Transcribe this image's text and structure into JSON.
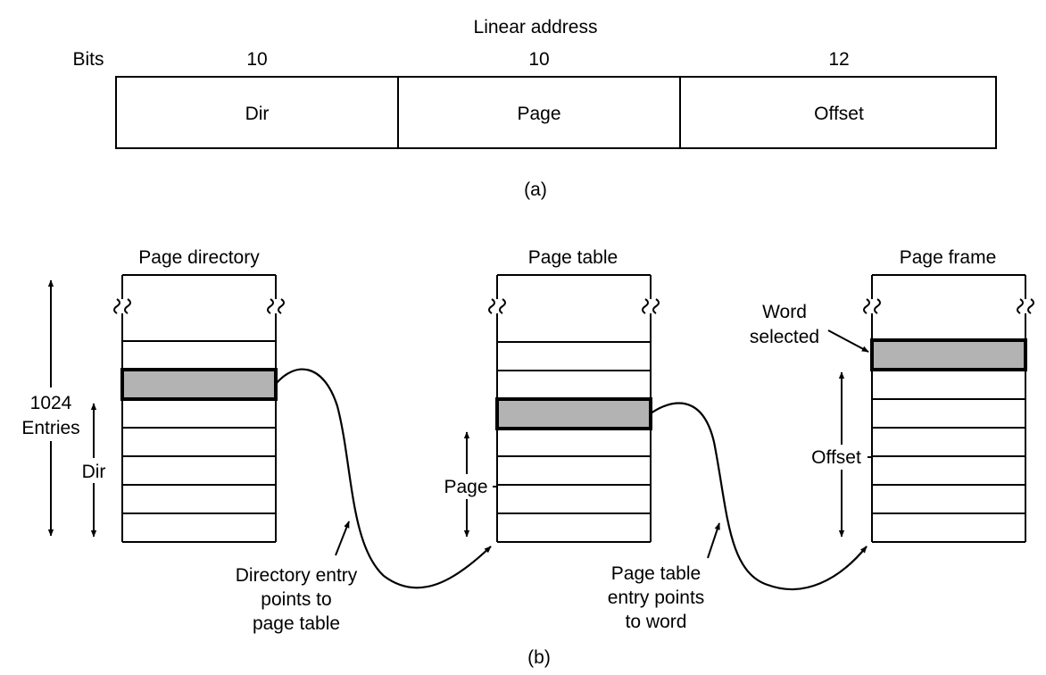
{
  "part_a": {
    "title": "Linear address",
    "bits_label": "Bits",
    "fields": [
      {
        "bits": "10",
        "name": "Dir"
      },
      {
        "bits": "10",
        "name": "Page"
      },
      {
        "bits": "12",
        "name": "Offset"
      }
    ],
    "caption": "(a)"
  },
  "part_b": {
    "page_directory": "Page directory",
    "page_table": "Page table",
    "page_frame": "Page frame",
    "entries_line1": "1024",
    "entries_line2": "Entries",
    "dir_label": "Dir",
    "page_label": "Page",
    "offset_label": "Offset",
    "word_selected_line1": "Word",
    "word_selected_line2": "selected",
    "dir_entry_line1": "Directory entry",
    "dir_entry_line2": "points to",
    "dir_entry_line3": "page table",
    "pt_entry_line1": "Page table",
    "pt_entry_line2": "entry points",
    "pt_entry_line3": "to word",
    "caption": "(b)"
  },
  "colors": {
    "selected_fill": "#b3b3b3",
    "line": "#000000"
  }
}
